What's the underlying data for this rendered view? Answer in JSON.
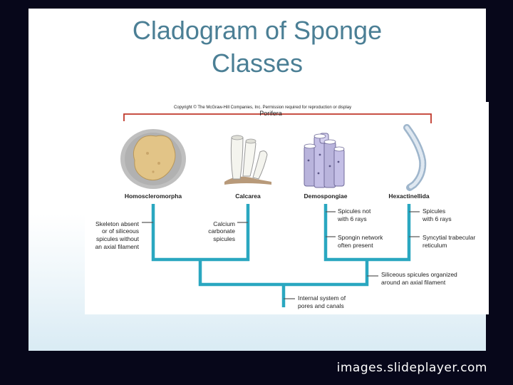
{
  "slide": {
    "title_line1": "Cladogram of Sponge",
    "title_line2": "Classes",
    "credit": "images.slideplayer.com"
  },
  "figure": {
    "copyright": "Copyright © The McGraw-Hill Companies, Inc. Permission required for reproduction or display",
    "group": "Porifera",
    "taxa": [
      "Homoscleromorpha",
      "Calcarea",
      "Demospongiae",
      "Hexactinellida"
    ],
    "traits": {
      "homoscleromorpha": [
        "Skeleton absent",
        "or of siliceous",
        "spicules without",
        "an axial filament"
      ],
      "calcarea": [
        "Calcium",
        "carbonate",
        "spicules"
      ],
      "demospongiae_1": [
        "Spicules not",
        "with 6 rays"
      ],
      "demospongiae_2": [
        "Spongin network",
        "often present"
      ],
      "hexactinellida_1": [
        "Spicules",
        "with 6 rays"
      ],
      "hexactinellida_2": [
        "Syncytial trabecular",
        "reticulum"
      ],
      "siliceous": [
        "Siliceous spicules organized",
        "around an axial filament"
      ],
      "internal": [
        "Internal  system of",
        "pores  and canals"
      ]
    },
    "colors": {
      "tree": "#2aa7c0",
      "bracket": "#c0392b",
      "tick": "#555555"
    }
  }
}
